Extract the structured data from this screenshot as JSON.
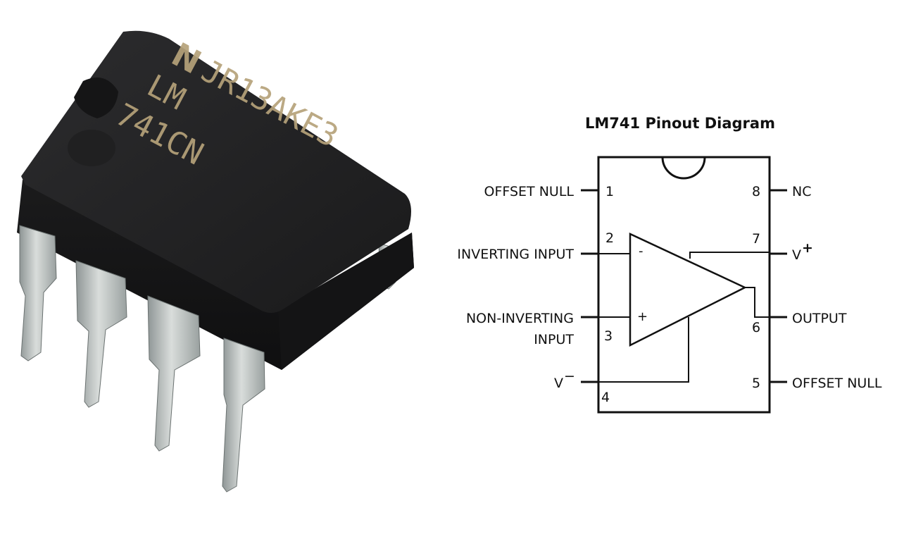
{
  "photo": {
    "logo": "N",
    "marking_lines": [
      "JR13AKE3",
      "LM",
      "741CN"
    ]
  },
  "diagram": {
    "title": "LM741 Pinout Diagram",
    "left_pins": [
      {
        "number": "1",
        "label": "OFFSET NULL"
      },
      {
        "number": "2",
        "label": "INVERTING INPUT"
      },
      {
        "number": "3",
        "label_lines": [
          "NON-INVERTING",
          "INPUT"
        ]
      },
      {
        "number": "4",
        "label": "V",
        "superscript": "−"
      }
    ],
    "right_pins": [
      {
        "number": "8",
        "label": "NC"
      },
      {
        "number": "7",
        "label": "V",
        "superscript": "+"
      },
      {
        "number": "6",
        "label": "OUTPUT"
      },
      {
        "number": "5",
        "label": "OFFSET NULL"
      }
    ],
    "opamp": {
      "inverting_sign": "-",
      "noninverting_sign": "+"
    }
  }
}
